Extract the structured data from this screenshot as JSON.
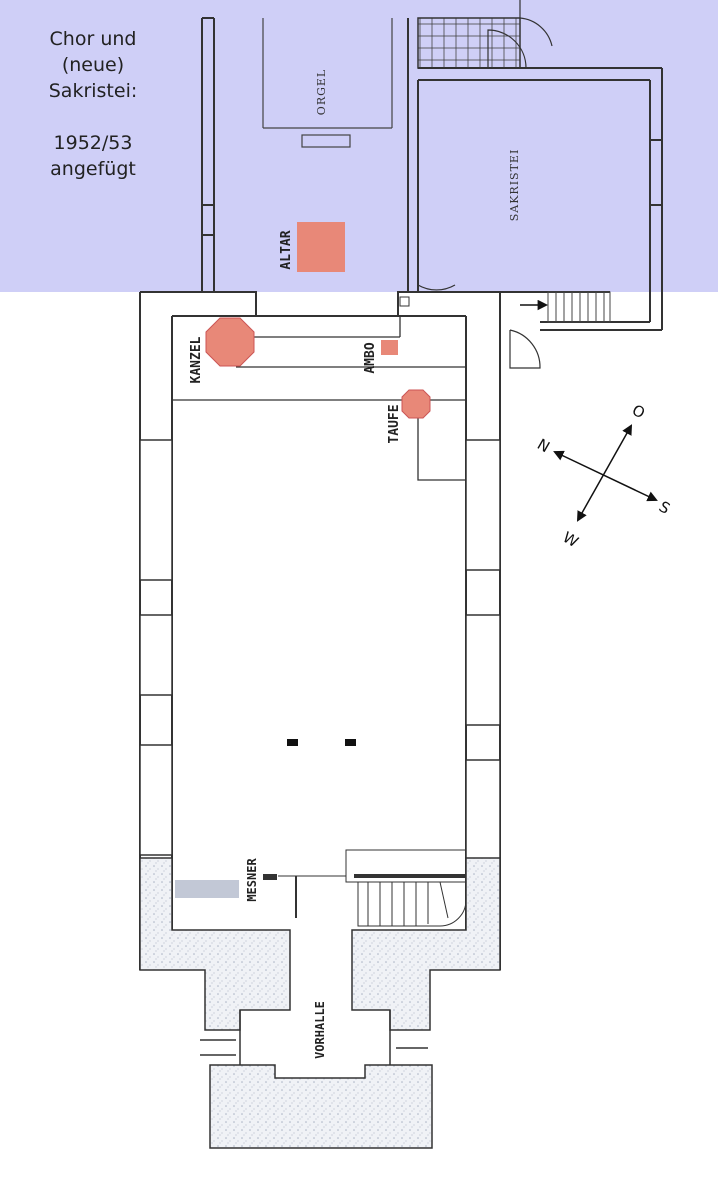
{
  "caption": {
    "line1": "Chor und",
    "line2": "(neue)",
    "line3": "Sakristei:",
    "line4": "1952/53",
    "line5": "angefügt"
  },
  "colors": {
    "annex_overlay": "#cfcff7",
    "feature_red": "#e88878",
    "mesner_bench": "#c2c8d6",
    "wall": "#333333"
  },
  "rooms": {
    "orgel": "ORGEL",
    "sakristei": "SAKRISTEI",
    "vorhalle": "VORHALLE"
  },
  "features": {
    "altar": "ALTAR",
    "kanzel": "KANZEL",
    "ambo": "AMBO",
    "taufe": "TAUFE",
    "mesner": "MESNER"
  },
  "compass": {
    "north": "N",
    "east": "O",
    "south": "S",
    "west": "W"
  }
}
